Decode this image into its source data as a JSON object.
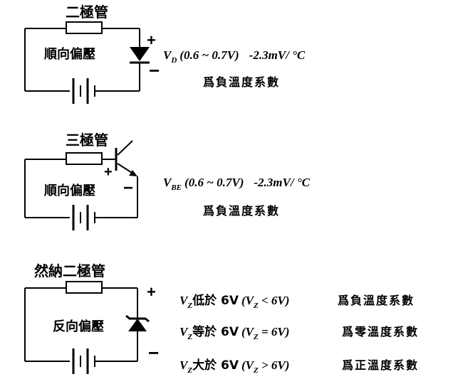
{
  "sections": {
    "diode": {
      "title": "二極管",
      "bias": "順向偏壓",
      "plus": "+",
      "minus": "−",
      "v_label": "V",
      "v_sub": "D",
      "v_range": "(0.6 ~ 0.7V)",
      "coeff": "-2.3mV/ °C",
      "note": "爲負溫度系數"
    },
    "transistor": {
      "title": "三極管",
      "bias": "順向偏壓",
      "plus": "+",
      "minus": "−",
      "v_label": "V",
      "v_sub": "BE",
      "v_range": "(0.6 ~ 0.7V)",
      "coeff": "-2.3mV/ °C",
      "note": "爲負溫度系數"
    },
    "zener": {
      "title": "然納二極管",
      "bias": "反向偏壓",
      "plus": "+",
      "minus": "−",
      "rows": [
        {
          "v": "V",
          "sub": "Z",
          "cmp": "低於 6V",
          "paren_open": "(V",
          "paren_sub": "Z",
          "paren_rest": " < 6V)",
          "result": "爲負溫度系數"
        },
        {
          "v": "V",
          "sub": "Z",
          "cmp": "等於 6V",
          "paren_open": "(V",
          "paren_sub": "Z",
          "paren_rest": " = 6V)",
          "result": "爲零溫度系數"
        },
        {
          "v": "V",
          "sub": "Z",
          "cmp": "大於 6V",
          "paren_open": "(V",
          "paren_sub": "Z",
          "paren_rest": " > 6V)",
          "result": "爲正溫度系數"
        }
      ]
    }
  }
}
